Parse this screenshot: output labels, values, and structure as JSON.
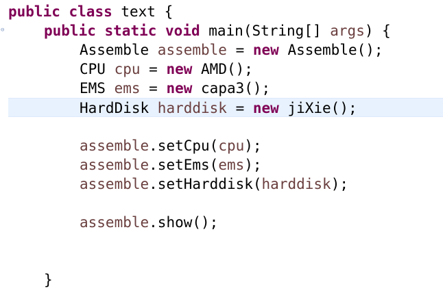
{
  "code": {
    "line1": {
      "kw1": "public",
      "kw2": "class",
      "rest": " text {"
    },
    "line2": {
      "kw1": "public",
      "kw2": "static",
      "kw3": "void",
      "rest": " main(String[] ",
      "param": "args",
      "end": ") {"
    },
    "line3": {
      "type": "Assemble ",
      "var": "assemble",
      "eq": " = ",
      "kw": "new",
      "rest": " Assemble();"
    },
    "line4": {
      "type": "CPU ",
      "var": "cpu",
      "eq": " = ",
      "kw": "new",
      "rest": " AMD();"
    },
    "line5": {
      "type": "EMS ",
      "var": "ems",
      "eq": " = ",
      "kw": "new",
      "rest": " capa3();"
    },
    "line6": {
      "type": "HardDisk ",
      "var": "harddisk",
      "eq": " = ",
      "kw": "new",
      "rest": " jiXie();"
    },
    "line8": {
      "var": "assemble",
      "call": ".setCpu(",
      "arg": "cpu",
      "end": ");"
    },
    "line9": {
      "var": "assemble",
      "call": ".setEms(",
      "arg": "ems",
      "end": ");"
    },
    "line10": {
      "var": "assemble",
      "call": ".setHarddisk(",
      "arg": "harddisk",
      "end": ");"
    },
    "line12": {
      "var": "assemble",
      "call": ".show();"
    },
    "line15": {
      "brace": "}"
    }
  },
  "colors": {
    "keyword": "#7f0055",
    "variable": "#6a3e3e",
    "current_line_bg": "#e8f2fe"
  },
  "icons": {
    "fold": "fold-minus-icon"
  }
}
